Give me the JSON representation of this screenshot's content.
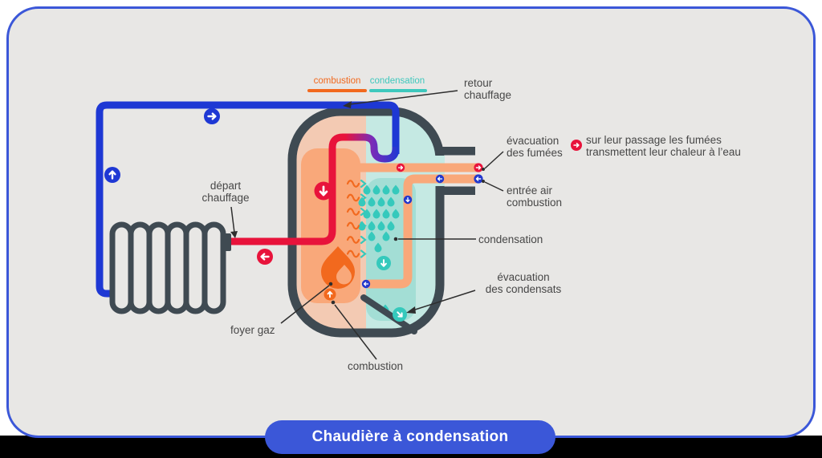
{
  "title_badge": {
    "label": "Chaudière à condensation"
  },
  "legend": {
    "combustion": "combustion",
    "condensation": "condensation"
  },
  "labels": {
    "retour_chauffage": "retour\nchauffage",
    "evacuation_fumees": "évacuation\ndes fumées",
    "fumees_note": "sur leur passage les fumées\ntransmettent leur chaleur à l’eau",
    "entree_air": "entrée air\ncombustion",
    "condensation": "condensation",
    "evacuation_condensats": "évacuation\ndes condensats",
    "depart_chauffage": "départ\nchauffage",
    "foyer_gaz": "foyer gaz",
    "combustion": "combustion"
  },
  "colors": {
    "accent_blue": "#3b57d8",
    "pipe_blue": "#1e38d4",
    "pipe_red": "#e8133b",
    "accent_orange": "#f2691e",
    "salmon_pipe": "#f9a87a",
    "salmon_light": "#f3cab3",
    "teal_light": "#c5e9e3",
    "teal_medium": "#a3ded5",
    "teal_accent": "#35c9bc",
    "dark_gray": "#3f4a52",
    "card_bg": "#e8e7e5",
    "label_text": "#474747"
  }
}
